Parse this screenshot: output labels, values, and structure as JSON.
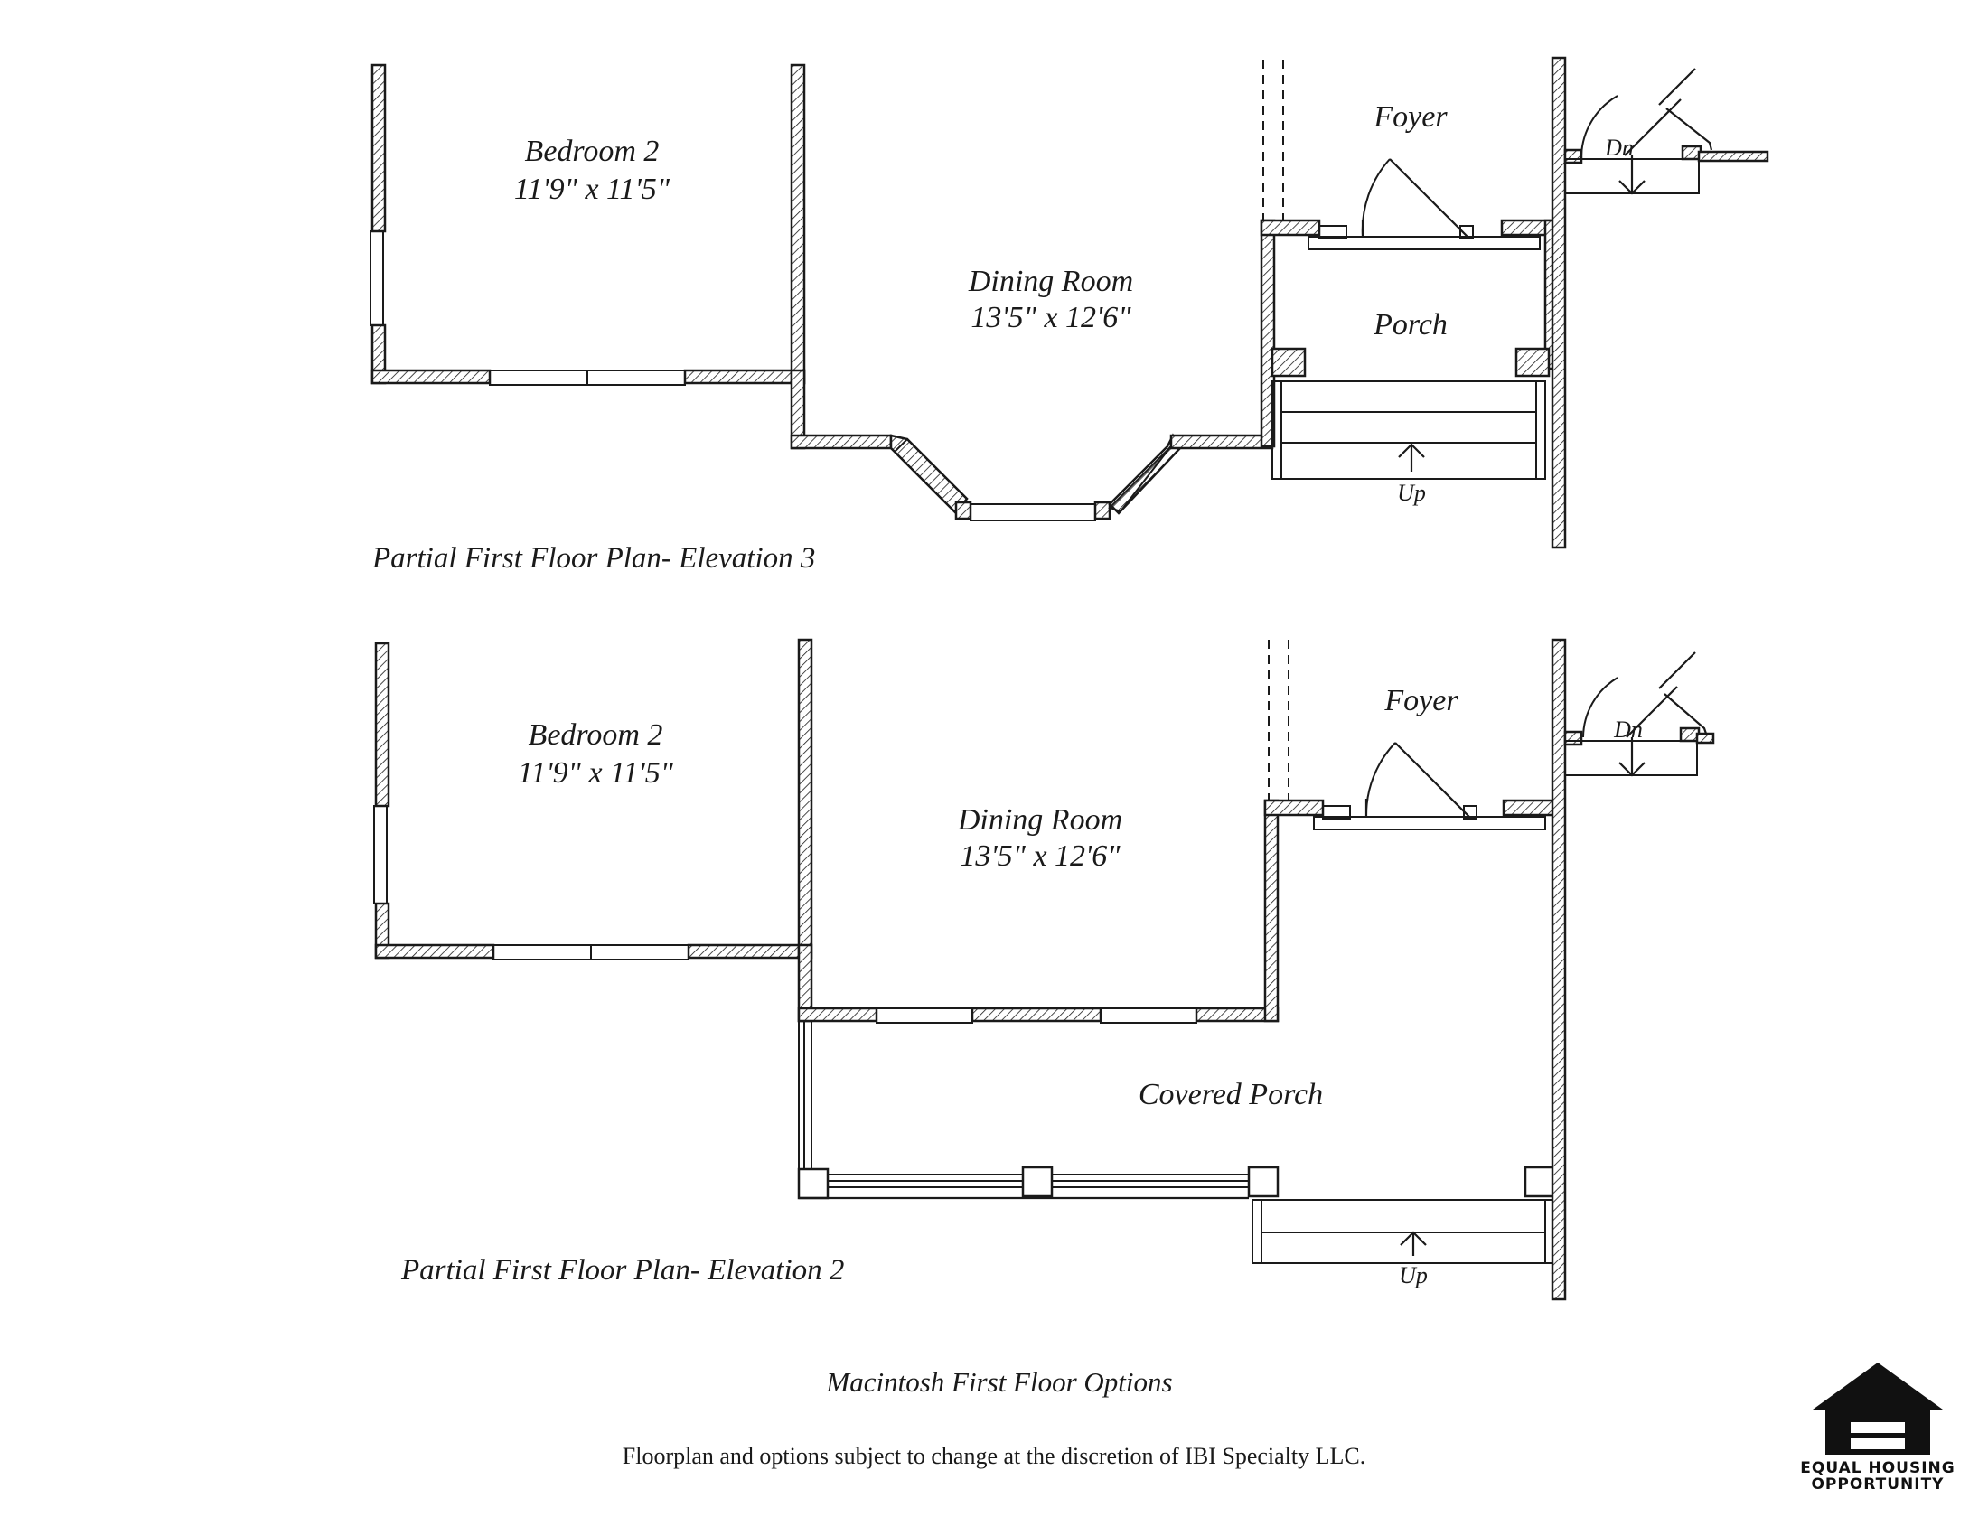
{
  "plan_top": {
    "caption": "Partial First Floor Plan- Elevation 3",
    "bedroom": {
      "name": "Bedroom 2",
      "size": "11'9\" x 11'5\""
    },
    "dining": {
      "name": "Dining Room",
      "size": "13'5\" x 12'6\""
    },
    "foyer": "Foyer",
    "porch": "Porch",
    "down_label": "Dn",
    "up_label": "Up"
  },
  "plan_bottom": {
    "caption": "Partial First Floor Plan- Elevation 2",
    "bedroom": {
      "name": "Bedroom 2",
      "size": "11'9\" x 11'5\""
    },
    "dining": {
      "name": "Dining Room",
      "size": "13'5\" x 12'6\""
    },
    "foyer": "Foyer",
    "porch": "Covered Porch",
    "down_label": "Dn",
    "up_label": "Up"
  },
  "footer": {
    "title": "Macintosh First Floor Options",
    "disclaimer": "Floorplan and options subject to change at the discretion of IBI Specialty LLC."
  },
  "logo": {
    "line1": "EQUAL HOUSING",
    "line2": "OPPORTUNITY",
    "icon": "equal-housing-icon"
  }
}
